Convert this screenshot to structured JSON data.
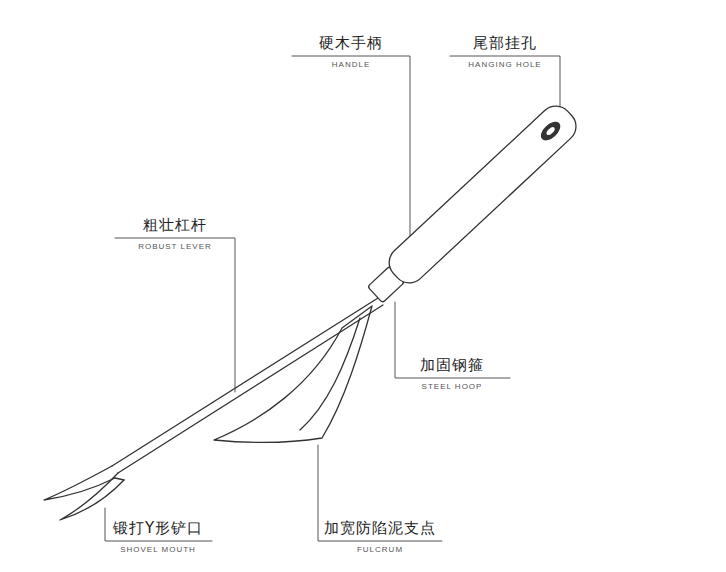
{
  "diagram": {
    "labels": [
      "硬木手柄",
      "HANDLE",
      "尾部挂孔",
      "HANGING HOLE",
      "粗壮杠杆",
      "ROBUST LEVER",
      "加固钢箍",
      "STEEL HOOP",
      "锻打Y形铲口",
      "SHOVEL MOUTH",
      "加宽防陷泥支点",
      "FULCRUM"
    ]
  }
}
